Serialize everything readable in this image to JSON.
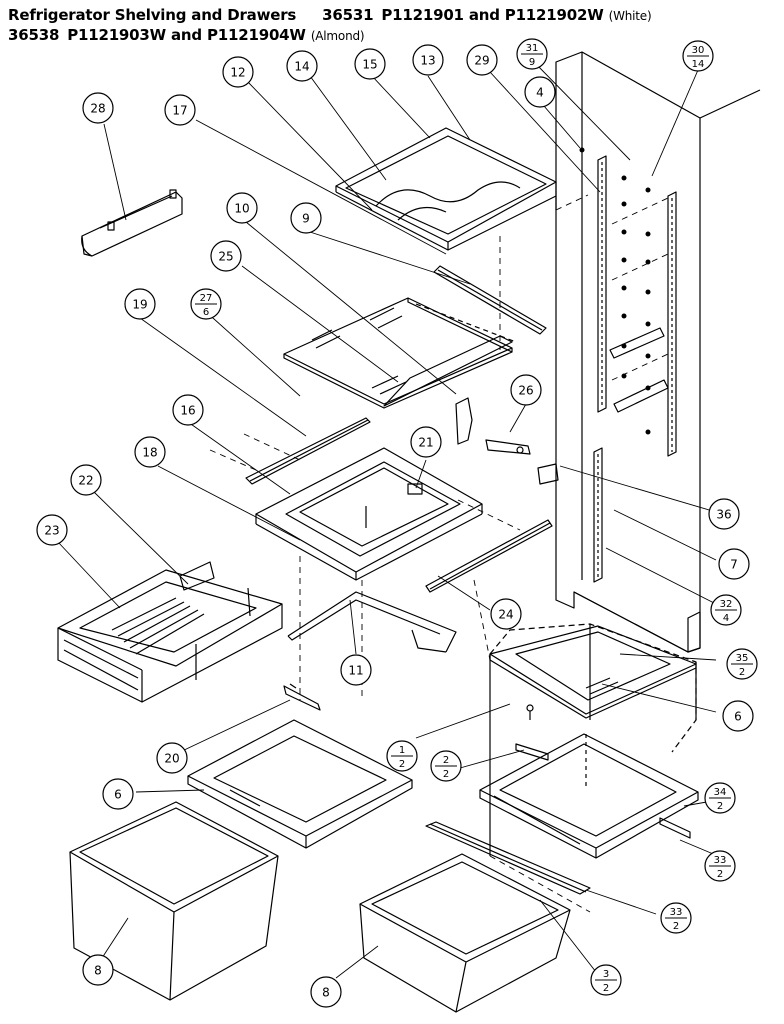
{
  "header": {
    "line1": {
      "title": "Refrigerator Shelving and Drawers",
      "model": "36531",
      "parts": "P1121901 and P1121902W",
      "color": "(White)"
    },
    "line2": {
      "model": "36538",
      "parts": "P1121903W and P1121904W",
      "color": "(Almond)"
    }
  },
  "callouts": [
    {
      "label": "28"
    },
    {
      "label": "12"
    },
    {
      "label": "14"
    },
    {
      "label": "15"
    },
    {
      "label": "13"
    },
    {
      "label": "29"
    },
    {
      "label": "4"
    },
    {
      "label": "17"
    },
    {
      "label": "10"
    },
    {
      "label": "9"
    },
    {
      "label": "25"
    },
    {
      "label": "19"
    },
    {
      "label": "26"
    },
    {
      "label": "16"
    },
    {
      "label": "21"
    },
    {
      "label": "18"
    },
    {
      "label": "22"
    },
    {
      "label": "36"
    },
    {
      "label": "23"
    },
    {
      "label": "7"
    },
    {
      "label": "24"
    },
    {
      "label": "11"
    },
    {
      "label": "6"
    },
    {
      "label": "20"
    },
    {
      "label": "6"
    },
    {
      "label": "8"
    },
    {
      "label": "8"
    }
  ],
  "fraction_callouts": [
    {
      "num": "31",
      "den": "9"
    },
    {
      "num": "30",
      "den": "14"
    },
    {
      "num": "27",
      "den": "6"
    },
    {
      "num": "32",
      "den": "4"
    },
    {
      "num": "35",
      "den": "2"
    },
    {
      "num": "1",
      "den": "2"
    },
    {
      "num": "2",
      "den": "2"
    },
    {
      "num": "34",
      "den": "2"
    },
    {
      "num": "33",
      "den": "2"
    },
    {
      "num": "33",
      "den": "2"
    },
    {
      "num": "3",
      "den": "2"
    }
  ]
}
